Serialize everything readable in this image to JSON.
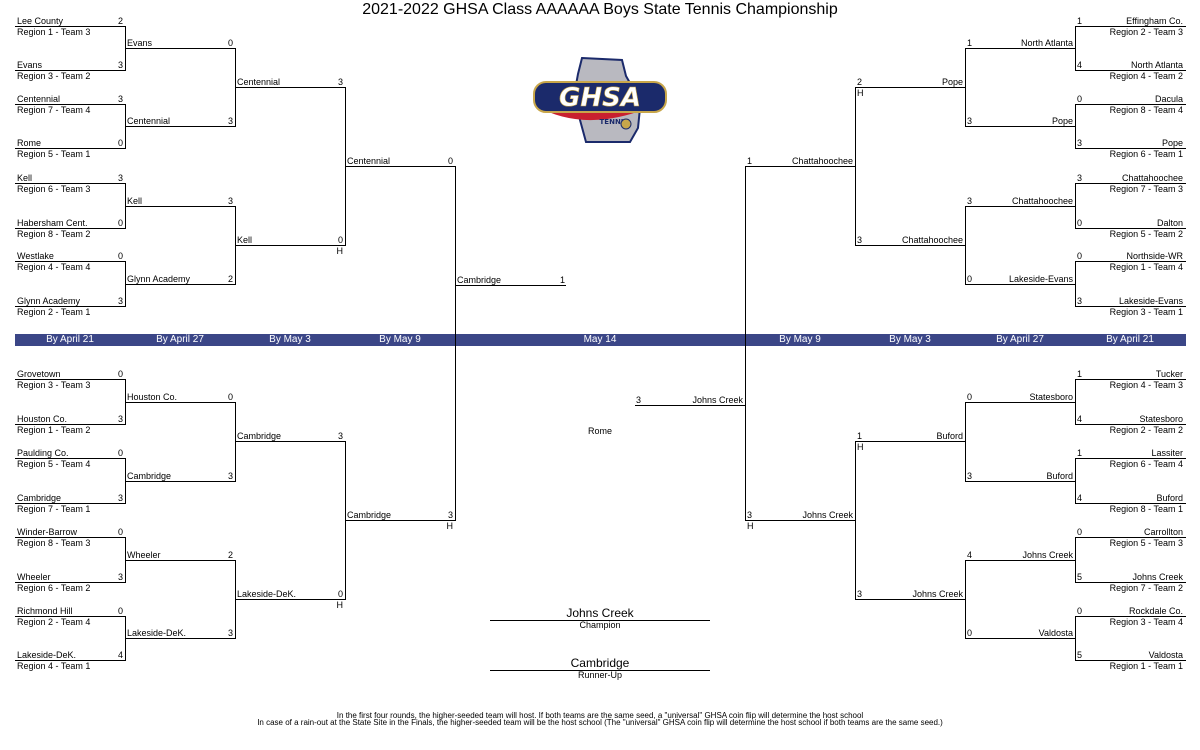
{
  "title": "2021-2022 GHSA Class AAAAAA Boys State Tennis Championship",
  "logo": {
    "text": "GHSA",
    "subtext": "TENNIS",
    "colors": {
      "navy": "#1b2a6b",
      "gold": "#c8a64a",
      "red": "#c8202f",
      "gray": "#b9b9c0"
    }
  },
  "round_labels": [
    "By April 21",
    "By April 27",
    "By May 3",
    "By May 9",
    "May 14",
    "By May 9",
    "By May 3",
    "By April 27",
    "By April 21"
  ],
  "bar_color": "#3b4687",
  "top_left": {
    "r1": [
      {
        "team": "Lee County",
        "seed": "Region 1 - Team 3",
        "score": "2"
      },
      {
        "team": "Evans",
        "seed": "Region 3 - Team 2",
        "score": "3"
      },
      {
        "team": "Centennial",
        "seed": "Region 7 - Team 4",
        "score": "3"
      },
      {
        "team": "Rome",
        "seed": "Region 5 - Team 1",
        "score": "0"
      },
      {
        "team": "Kell",
        "seed": "Region 6 - Team 3",
        "score": "3"
      },
      {
        "team": "Habersham Cent.",
        "seed": "Region 8 - Team 2",
        "score": "0"
      },
      {
        "team": "Westlake",
        "seed": "Region 4 - Team 4",
        "score": "0"
      },
      {
        "team": "Glynn Academy",
        "seed": "Region 2 - Team 1",
        "score": "3"
      }
    ],
    "r2": [
      {
        "team": "Evans",
        "score": "0"
      },
      {
        "team": "Centennial",
        "score": "3"
      },
      {
        "team": "Kell",
        "score": "3"
      },
      {
        "team": "Glynn Academy",
        "score": "2"
      }
    ],
    "r3": [
      {
        "team": "Centennial",
        "score": "3"
      },
      {
        "team": "Kell",
        "score": "0",
        "host": "H"
      }
    ],
    "r4": {
      "team": "Centennial",
      "score": "0"
    }
  },
  "bottom_left": {
    "r1": [
      {
        "team": "Grovetown",
        "seed": "Region 3 - Team 3",
        "score": "0"
      },
      {
        "team": "Houston Co.",
        "seed": "Region 1 - Team 2",
        "score": "3"
      },
      {
        "team": "Paulding Co.",
        "seed": "Region 5 - Team 4",
        "score": "0"
      },
      {
        "team": "Cambridge",
        "seed": "Region 7 - Team 1",
        "score": "3"
      },
      {
        "team": "Winder-Barrow",
        "seed": "Region 8 - Team 3",
        "score": "0"
      },
      {
        "team": "Wheeler",
        "seed": "Region 6 - Team 2",
        "score": "3"
      },
      {
        "team": "Richmond Hill",
        "seed": "Region 2 - Team 4",
        "score": "0"
      },
      {
        "team": "Lakeside-DeK.",
        "seed": "Region 4 - Team 1",
        "score": "4"
      }
    ],
    "r2": [
      {
        "team": "Houston Co.",
        "score": "0"
      },
      {
        "team": "Cambridge",
        "score": "3"
      },
      {
        "team": "Wheeler",
        "score": "2"
      },
      {
        "team": "Lakeside-DeK.",
        "score": "3"
      }
    ],
    "r3": [
      {
        "team": "Cambridge",
        "score": "3"
      },
      {
        "team": "Lakeside-DeK.",
        "score": "0",
        "host": "H"
      }
    ],
    "r4": {
      "team": "Cambridge",
      "score": "3",
      "host": "H"
    }
  },
  "top_right": {
    "r1": [
      {
        "team": "Effingham Co.",
        "seed": "Region 2 - Team 3",
        "score": "1"
      },
      {
        "team": "North Atlanta",
        "seed": "Region 4 - Team 2",
        "score": "4"
      },
      {
        "team": "Dacula",
        "seed": "Region  8 - Team 4",
        "score": "0"
      },
      {
        "team": "Pope",
        "seed": "Region 6 - Team 1",
        "score": "3"
      },
      {
        "team": "Chattahoochee",
        "seed": "Region 7 - Team 3",
        "score": "3"
      },
      {
        "team": "Dalton",
        "seed": "Region 5 - Team 2",
        "score": "0"
      },
      {
        "team": "Northside-WR",
        "seed": "Region 1 - Team 4",
        "score": "0"
      },
      {
        "team": "Lakeside-Evans",
        "seed": "Region 3 - Team 1",
        "score": "3"
      }
    ],
    "r2": [
      {
        "team": "North Atlanta",
        "score": "1"
      },
      {
        "team": "Pope",
        "score": "3"
      },
      {
        "team": "Chattahoochee",
        "score": "3"
      },
      {
        "team": "Lakeside-Evans",
        "score": "0"
      }
    ],
    "r3": [
      {
        "team": "Pope",
        "score": "2",
        "host": "H"
      },
      {
        "team": "Chattahoochee",
        "score": "3"
      }
    ],
    "r4": {
      "team": "Chattahoochee",
      "score": "1"
    }
  },
  "bottom_right": {
    "r1": [
      {
        "team": "Tucker",
        "seed": "Region 4 - Team 3",
        "score": "1"
      },
      {
        "team": "Statesboro",
        "seed": "Region 2 - Team 2",
        "score": "4"
      },
      {
        "team": "Lassiter",
        "seed": "Region 6 - Team 4",
        "score": "1"
      },
      {
        "team": "Buford",
        "seed": "Region 8 - Team 1",
        "score": "4"
      },
      {
        "team": "Carrollton",
        "seed": "Region 5 - Team 3",
        "score": "0"
      },
      {
        "team": "Johns Creek",
        "seed": "Region 7 - Team 2",
        "score": "5"
      },
      {
        "team": "Rockdale Co.",
        "seed": "Region 3 - Team 4",
        "score": "0"
      },
      {
        "team": "Valdosta",
        "seed": "Region 1 - Team 1",
        "score": "5"
      }
    ],
    "r2": [
      {
        "team": "Statesboro",
        "score": "0"
      },
      {
        "team": "Buford",
        "score": "3"
      },
      {
        "team": "Johns Creek",
        "score": "4"
      },
      {
        "team": "Valdosta",
        "score": "0"
      }
    ],
    "r3": [
      {
        "team": "Buford",
        "score": "1",
        "host": "H"
      },
      {
        "team": "Johns Creek",
        "score": "3"
      }
    ],
    "r4": {
      "team": "Johns Creek",
      "score": "3",
      "host": "H"
    }
  },
  "finals": {
    "left": {
      "team": "Cambridge",
      "score": "1"
    },
    "right": {
      "team": "Johns Creek",
      "score": "3"
    },
    "site": "Rome"
  },
  "champion": {
    "team": "Johns Creek",
    "label": "Champion"
  },
  "runner_up": {
    "team": "Cambridge",
    "label": "Runner-Up"
  },
  "footer": [
    "In the first four rounds, the higher-seeded team will host.  If both teams are the same seed, a \"universal\" GHSA coin flip will determine the host school",
    "In case of a rain-out at the State Site in the Finals, the higher-seeded team will be the host school (The \"universal\" GHSA coin flip will determine the host school if both teams are the same seed.)"
  ]
}
